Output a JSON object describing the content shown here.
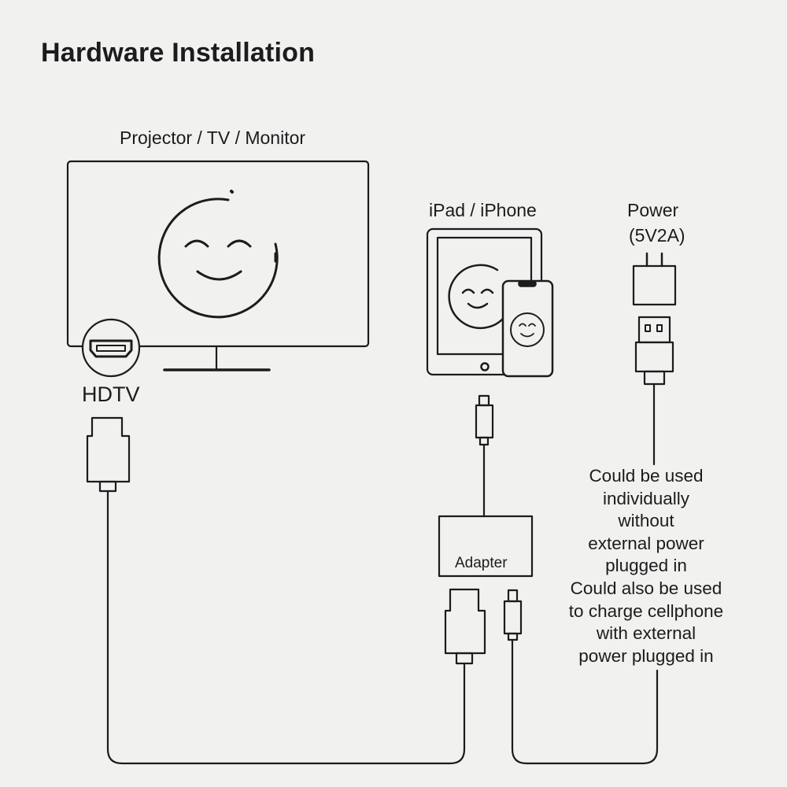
{
  "title": "Hardware Installation",
  "labels": {
    "monitor": "Projector / TV / Monitor",
    "ipad_iphone": "iPad / iPhone",
    "power": "Power",
    "power_spec": "(5V2A)",
    "hdtv": "HDTV",
    "adapter": "Adapter"
  },
  "note_lines": [
    "Could be used",
    "individually",
    "without",
    "external power",
    "plugged in",
    "Could also be used",
    "to charge cellphone",
    "with external",
    "power plugged in"
  ],
  "icons": {
    "monitor": "monitor-icon",
    "hdmi_port": "hdmi-port-icon",
    "hdmi_plug": "hdmi-plug-icon",
    "tablet": "tablet-icon",
    "phone": "phone-icon",
    "lightning_plug": "lightning-plug-icon",
    "power_adapter": "power-adapter-icon",
    "usb_plug": "usb-plug-icon",
    "adapter_box": "adapter-box-icon"
  },
  "colors": {
    "background": "#f1f1f0",
    "stroke": "#1c1c1c"
  }
}
